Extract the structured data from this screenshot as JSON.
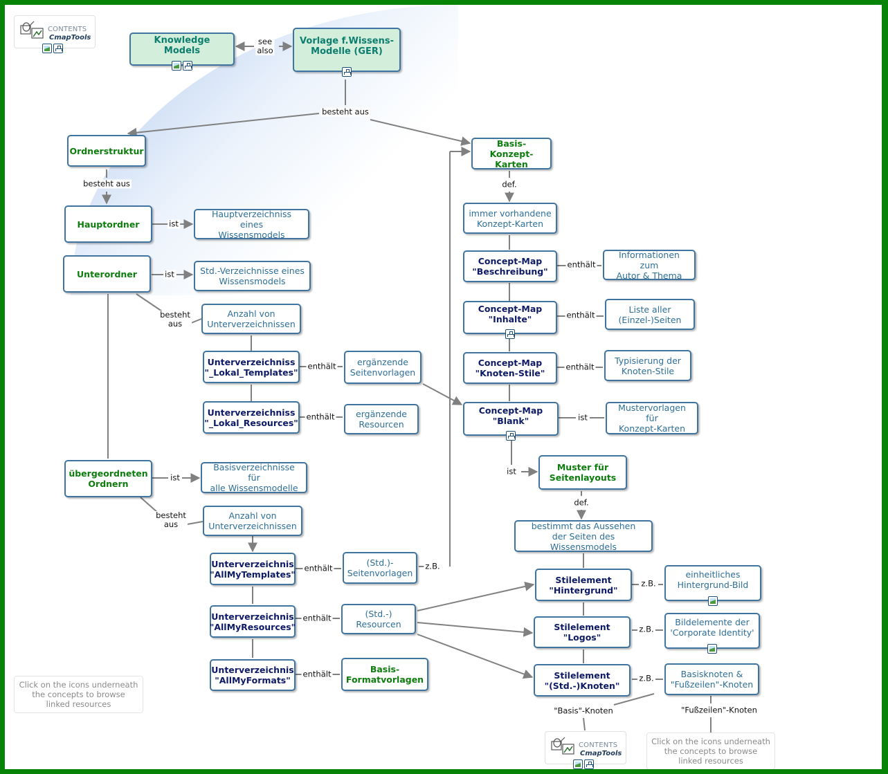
{
  "badges": [
    {
      "line1": "CONTENTS",
      "line2": "CmapTools"
    },
    {
      "line1": "CONTENTS",
      "line2": "CmapTools"
    }
  ],
  "notes": [
    "Click on the icons underneath\nthe concepts to browse\nlinked resources",
    "Click on the icons underneath\nthe concepts to browse\nlinked resources"
  ],
  "concepts": [
    {
      "id": "knowledge-models",
      "text": "Knowledge Models",
      "style": "mint",
      "icons": [
        "img",
        "map"
      ]
    },
    {
      "id": "vorlage",
      "text": "Vorlage f.Wissens-\nModelle (GER)",
      "style": "mint",
      "icons": [
        "map"
      ]
    },
    {
      "id": "ordnerstruktur",
      "text": "Ordnerstruktur",
      "style": "green",
      "icons": []
    },
    {
      "id": "basis-konzept-karten",
      "text": "Basis-\nKonzept-Karten",
      "style": "green",
      "icons": []
    },
    {
      "id": "hauptordner",
      "text": "Hauptordner",
      "style": "green",
      "icons": []
    },
    {
      "id": "hauptverzeichnis",
      "text": "Hauptverzeichniss eines\nWissensmodels",
      "style": "blue",
      "icons": []
    },
    {
      "id": "unterordner",
      "text": "Unterordner",
      "style": "green",
      "icons": []
    },
    {
      "id": "std-verzeichnisse",
      "text": "Std.-Verzeichnisse eines\nWissensmodels",
      "style": "blue",
      "icons": []
    },
    {
      "id": "anzahl-1",
      "text": "Anzahl von\nUnterverzeichnissen",
      "style": "blue",
      "icons": []
    },
    {
      "id": "uv-lokal-templates",
      "text": "Unterverzeichniss\n\"_Lokal_Templates\"",
      "style": "navy",
      "icons": []
    },
    {
      "id": "ergaenzende-seitenvorlagen",
      "text": "ergänzende\nSeitenvorlagen",
      "style": "blue",
      "icons": []
    },
    {
      "id": "uv-lokal-resources",
      "text": "Unterverzeichniss\n\"_Lokal_Resources\"",
      "style": "navy",
      "icons": []
    },
    {
      "id": "ergaenzende-resourcen",
      "text": "ergänzende\nResourcen",
      "style": "blue",
      "icons": []
    },
    {
      "id": "uebergeordneten",
      "text": "übergeordneten\nOrdnern",
      "style": "green",
      "icons": []
    },
    {
      "id": "basisverzeichnisse",
      "text": "Basisverzeichnisse für\nalle Wissensmodelle",
      "style": "blue",
      "icons": []
    },
    {
      "id": "anzahl-2",
      "text": "Anzahl von\nUnterverzeichnissen",
      "style": "blue",
      "icons": []
    },
    {
      "id": "uv-allmytemplates",
      "text": "Unterverzeichnis\n\"AllMyTemplates\"",
      "style": "navy",
      "icons": []
    },
    {
      "id": "std-seitenvorlagen",
      "text": "(Std.)-\nSeitenvorlagen",
      "style": "blue",
      "icons": []
    },
    {
      "id": "uv-allmyresources",
      "text": "Unterverzeichnis\n\"AllMyResources\"",
      "style": "navy",
      "icons": []
    },
    {
      "id": "std-resourcen",
      "text": "(Std.-)\nResourcen",
      "style": "blue",
      "icons": []
    },
    {
      "id": "uv-allmyformats",
      "text": "Unterverzeichnis\n\"AllMyFormats\"",
      "style": "navy",
      "icons": []
    },
    {
      "id": "basis-formatvorlagen",
      "text": "Basis-\nFormatvorlagen",
      "style": "green",
      "icons": []
    },
    {
      "id": "immer-vorhandene",
      "text": "immer vorhandene\nKonzept-Karten",
      "style": "blue",
      "icons": []
    },
    {
      "id": "cm-beschreibung",
      "text": "Concept-Map\n\"Beschreibung\"",
      "style": "navy",
      "icons": []
    },
    {
      "id": "informationen",
      "text": "Informationen zum\nAutor & Thema",
      "style": "blue",
      "icons": []
    },
    {
      "id": "cm-inhalte",
      "text": "Concept-Map\n\"Inhalte\"",
      "style": "navy",
      "icons": [
        "map"
      ]
    },
    {
      "id": "liste-aller",
      "text": "Liste aller\n(Einzel-)Seiten",
      "style": "blue",
      "icons": []
    },
    {
      "id": "cm-knoten-stile",
      "text": "Concept-Map\n\"Knoten-Stile\"",
      "style": "navy",
      "icons": []
    },
    {
      "id": "typisierung",
      "text": "Typisierung der\nKnoten-Stile",
      "style": "blue",
      "icons": []
    },
    {
      "id": "cm-blank",
      "text": "Concept-Map\n\"Blank\"",
      "style": "navy",
      "icons": [
        "map"
      ]
    },
    {
      "id": "mustervorlagen",
      "text": "Mustervorlagen für\nKonzept-Karten",
      "style": "blue",
      "icons": []
    },
    {
      "id": "muster-seitenlayouts",
      "text": "Muster für\nSeitenlayouts",
      "style": "green",
      "icons": []
    },
    {
      "id": "bestimmt",
      "text": "bestimmt das Aussehen\nder Seiten des Wissensmodels",
      "style": "blue",
      "icons": []
    },
    {
      "id": "se-hintergrund",
      "text": "Stilelement\n\"Hintergrund\"",
      "style": "navy",
      "icons": []
    },
    {
      "id": "einheitliches",
      "text": "einheitliches\nHintergrund-Bild",
      "style": "blue",
      "icons": [
        "img"
      ]
    },
    {
      "id": "se-logos",
      "text": "Stilelement\n\"Logos\"",
      "style": "navy",
      "icons": []
    },
    {
      "id": "bildelemente",
      "text": "Bildelemente der\n'Corporate Identity'",
      "style": "blue",
      "icons": [
        "img"
      ]
    },
    {
      "id": "se-knoten",
      "text": "Stilelement\n\"(Std.-)Knoten\"",
      "style": "navy",
      "icons": []
    },
    {
      "id": "basisknoten",
      "text": "Basisknoten &\n\"Fußzeilen\"-Knoten",
      "style": "blue",
      "icons": []
    }
  ],
  "linking_phrases": [
    {
      "id": "lp-see-also",
      "text": "see\nalso"
    },
    {
      "id": "lp-besteht-1",
      "text": "besteht aus"
    },
    {
      "id": "lp-besteht-2",
      "text": "besteht aus"
    },
    {
      "id": "lp-def-1",
      "text": "def."
    },
    {
      "id": "lp-ist-1",
      "text": "ist"
    },
    {
      "id": "lp-ist-2",
      "text": "ist"
    },
    {
      "id": "lp-besteht-3",
      "text": "besteht\naus"
    },
    {
      "id": "lp-enthaelt-1",
      "text": "enthält"
    },
    {
      "id": "lp-enthaelt-2",
      "text": "enthält"
    },
    {
      "id": "lp-ist-3",
      "text": "ist"
    },
    {
      "id": "lp-besteht-4",
      "text": "besteht\naus"
    },
    {
      "id": "lp-enthaelt-3",
      "text": "enthält"
    },
    {
      "id": "lp-zb-1",
      "text": "z.B."
    },
    {
      "id": "lp-enthaelt-4",
      "text": "enthält"
    },
    {
      "id": "lp-enthaelt-5",
      "text": "enthält"
    },
    {
      "id": "lp-enthaelt-6",
      "text": "enthält"
    },
    {
      "id": "lp-enthaelt-7",
      "text": "enthält"
    },
    {
      "id": "lp-enthaelt-8",
      "text": "enthält"
    },
    {
      "id": "lp-ist-4",
      "text": "ist"
    },
    {
      "id": "lp-ist-5",
      "text": "ist"
    },
    {
      "id": "lp-def-2",
      "text": "def."
    },
    {
      "id": "lp-zb-2",
      "text": "z.B."
    },
    {
      "id": "lp-zb-3",
      "text": "z.B."
    },
    {
      "id": "lp-zb-4",
      "text": "z.B."
    },
    {
      "id": "lp-basis-knoten",
      "text": "\"Basis\"-Knoten"
    },
    {
      "id": "lp-fusszeilen-knoten",
      "text": "\"Fußzeilen\"-Knoten"
    }
  ]
}
